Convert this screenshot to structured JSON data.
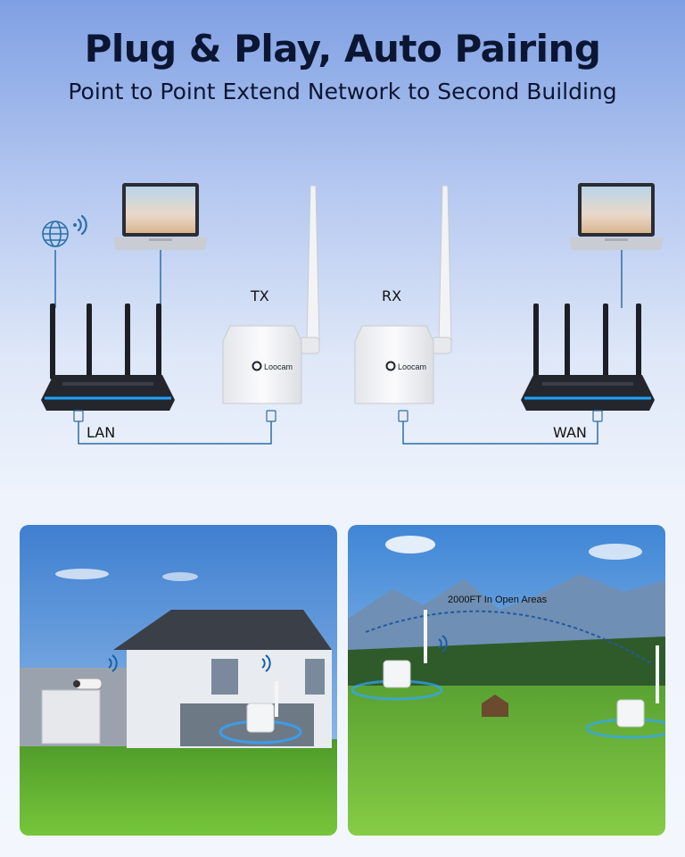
{
  "header": {
    "title": "Plug & Play, Auto Pairing",
    "subtitle": "Point to Point Extend Network to Second Building"
  },
  "diagram": {
    "tx_label": "TX",
    "rx_label": "RX",
    "lan_label": "LAN",
    "wan_label": "WAN",
    "brand": "Loocam",
    "colors": {
      "link_line": "#2a6fa8",
      "accent": "#1fa3ff",
      "device": "#f4f5f6"
    }
  },
  "photos": {
    "left": {
      "scene": "house with camera and bridge"
    },
    "right": {
      "distance_label": "2000FT In Open Areas"
    }
  }
}
